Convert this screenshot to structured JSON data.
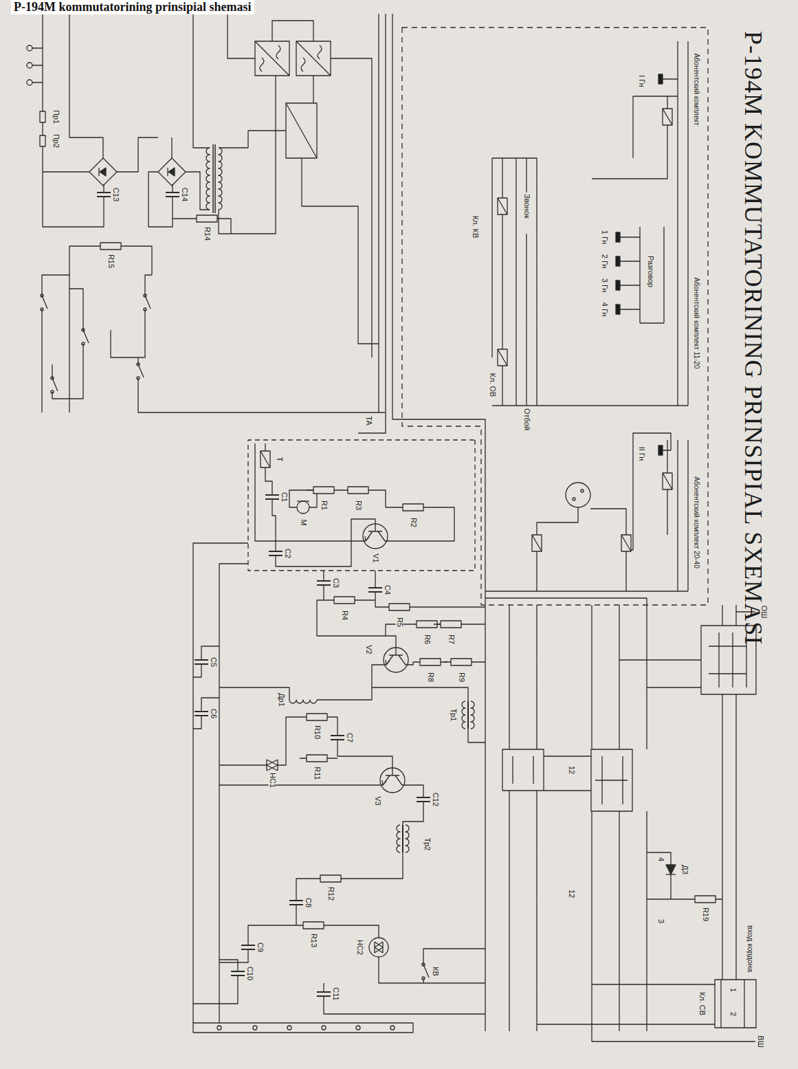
{
  "diagram": {
    "title": "P-194M KOMMUTATORINING PRINSIPIAL SXEMASI",
    "caption": "P-194M kommutatorining prinsipial shemasi",
    "labels": [
      "Т",
      "C1",
      "М",
      "C2",
      "R1",
      "R3",
      "R2",
      "V1",
      "ТА",
      "C3",
      "C4",
      "R4",
      "R5",
      "V2",
      "R6",
      "R7",
      "R8",
      "R9",
      "C5",
      "Тр1",
      "Др1",
      "R10",
      "C7",
      "R11",
      "НС1",
      "V3",
      "C12",
      "C6",
      "Тр2",
      "R12",
      "C8",
      "R13",
      "НС2",
      "C9",
      "C10",
      "C11",
      "КВ",
      "Абонентский комплект",
      "Абонентский комплект 11-20",
      "Абонентский комплект 20-40",
      "I Гн",
      "II Гн",
      "1 Гн",
      "2 Гн",
      "3 Гн",
      "4 Гн",
      "Разговор",
      "Кл. КВ",
      "Звонок",
      "Кл. ОВ",
      "Отбой",
      "Пр1",
      "Пр2",
      "C13",
      "C14",
      "R14",
      "R15",
      "ОШ",
      "вход кордона",
      "Д3",
      "R19",
      "Кл. СВ",
      "ВШ",
      "1",
      "2",
      "3",
      "4",
      "12",
      "12"
    ]
  }
}
